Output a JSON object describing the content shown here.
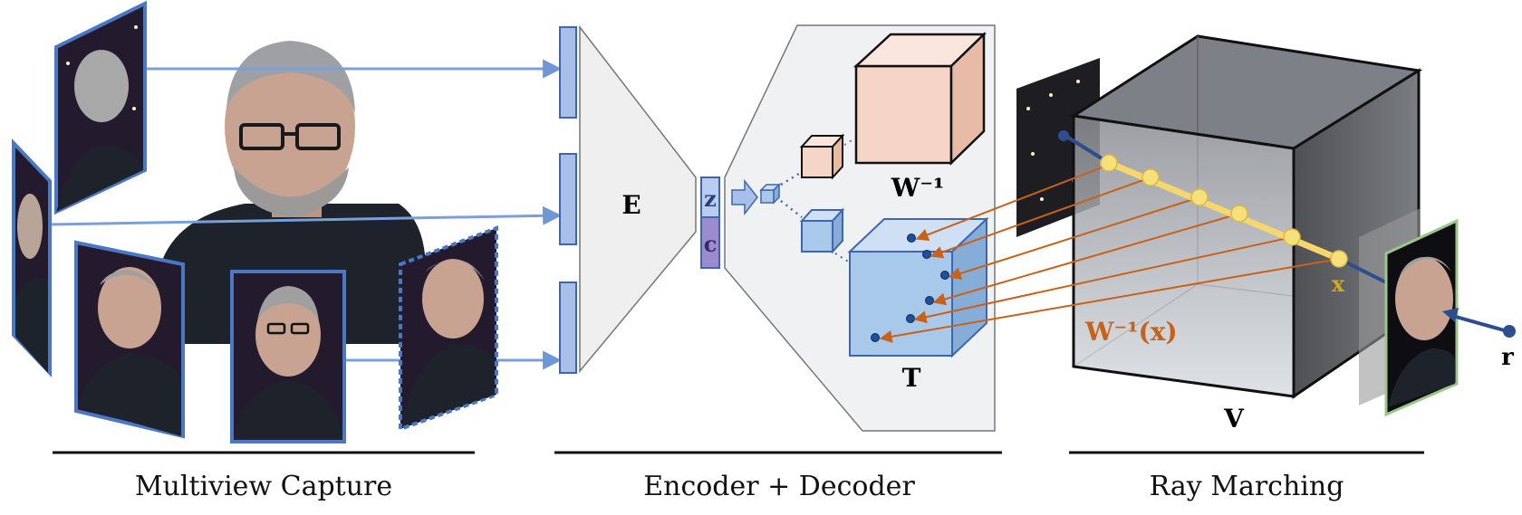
{
  "sections": {
    "capture": "Multiview Capture",
    "encdec": "Encoder + Decoder",
    "ray": "Ray Marching"
  },
  "symbols": {
    "encoder": "E",
    "latent_z": "z",
    "latent_c": "c",
    "warp_inv": "W⁻¹",
    "template": "T",
    "volume": "V",
    "warp_inv_x": "W⁻¹(x)",
    "point_x": "x",
    "ray": "r"
  },
  "colors": {
    "blue_frame": "#4a78c4",
    "arrow_orange": "#c8621b",
    "ray_yellow": "#f5d76e",
    "warp_cube": "#f5d6c6",
    "template_cube": "#a9c9ea",
    "latent_c": "#9b8cd0",
    "latent_z": "#b8cdf0"
  }
}
